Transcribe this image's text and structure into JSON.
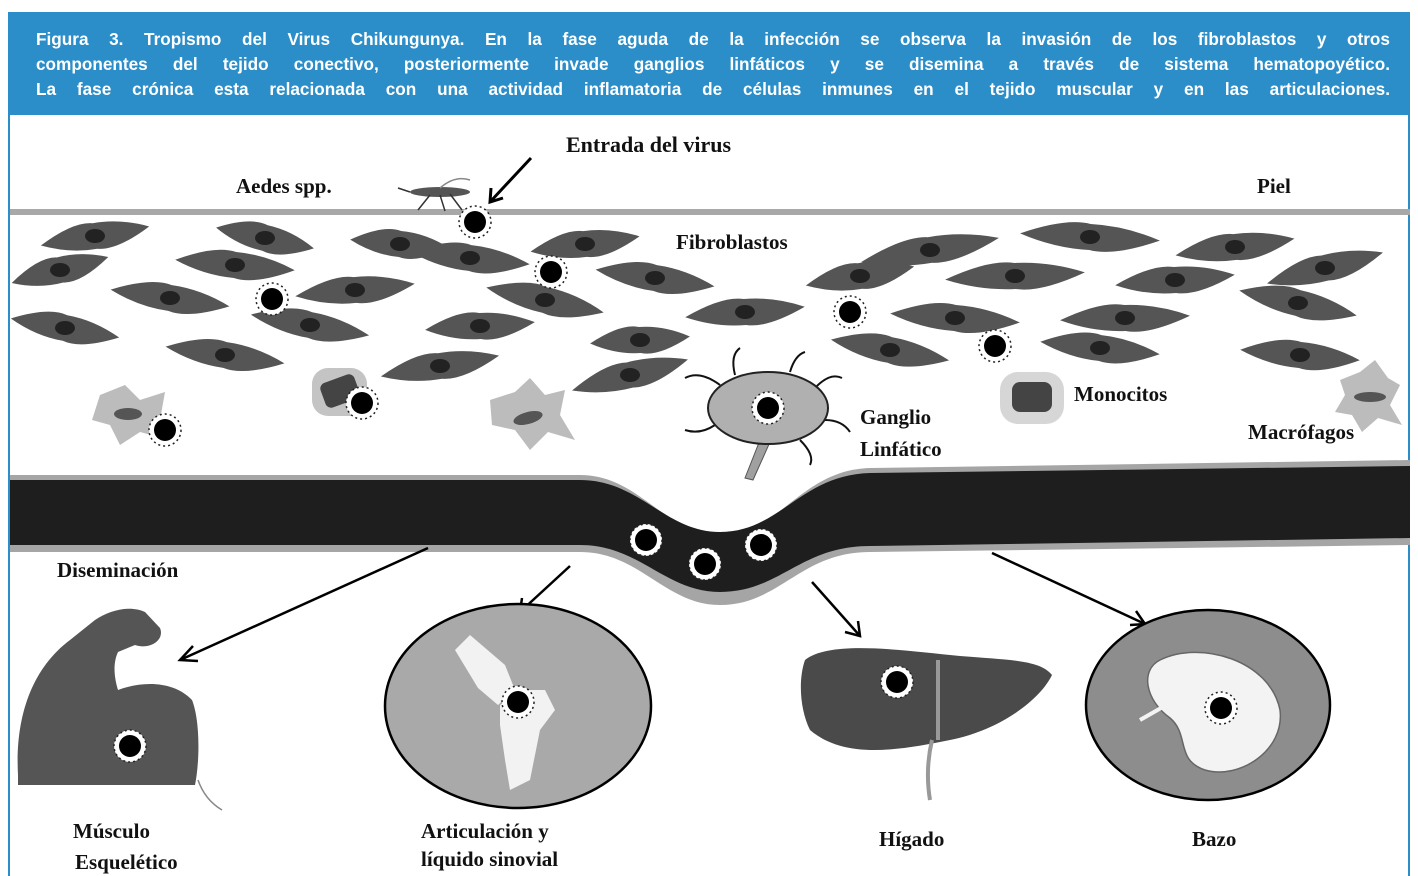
{
  "caption": {
    "line1": "Figura 3. Tropismo del Virus Chikungunya. En la fase aguda de la infección se observa la invasión de los fibroblastos y otros",
    "line2": "componentes del tejido conectivo, posteriormente invade ganglios linfáticos y se disemina a través de sistema hematopoyético.",
    "line3": "La fase crónica esta relacionada con una actividad inflamatoria de células inmunes en el tejido muscular y en las articulaciones."
  },
  "labels": {
    "virus_entry": "Entrada del virus",
    "vector": "Aedes spp.",
    "skin": "Piel",
    "fibroblasts": "Fibroblastos",
    "monocytes": "Monocitos",
    "lymph_node_1": "Ganglio",
    "lymph_node_2": "Linfático",
    "macrophages": "Macrófagos",
    "dissemination": "Diseminación",
    "muscle_1": "Músculo",
    "muscle_2": "Esquelético",
    "joint_1": "Articulación y",
    "joint_2": "líquido sinovial",
    "liver": "Hígado",
    "spleen": "Bazo"
  },
  "colors": {
    "caption_background": "#2b8ec9",
    "caption_text": "#ffffff",
    "cell_fill": "#555555",
    "vessel_fill": "#1e1e1e",
    "skin_line": "#a8a8a8"
  }
}
